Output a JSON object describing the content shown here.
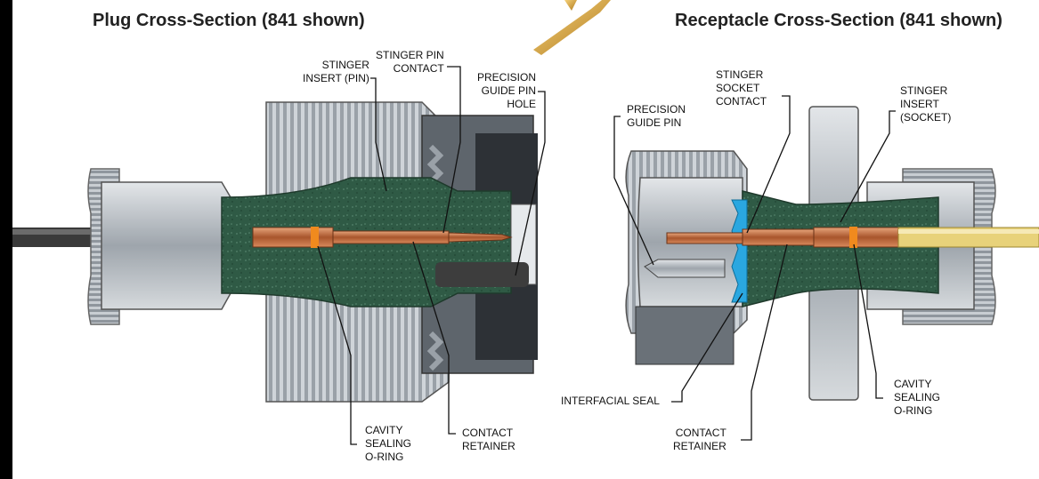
{
  "plug": {
    "title": "Plug Cross-Section (841 shown)",
    "labels": {
      "stinger_insert_pin": "STINGER\nINSERT (PIN)",
      "stinger_pin_contact": "STINGER PIN\nCONTACT",
      "precision_guide_pin_hole": "PRECISION\nGUIDE PIN\nHOLE",
      "cavity_sealing_oring": "CAVITY\nSEALING\nO-RING",
      "contact_retainer": "CONTACT\nRETAINER"
    }
  },
  "receptacle": {
    "title": "Receptacle Cross-Section (841 shown)",
    "labels": {
      "precision_guide_pin": "PRECISION\nGUIDE PIN",
      "stinger_socket_contact": "STINGER\nSOCKET\nCONTACT",
      "stinger_insert_socket": "STINGER\nINSERT\n(SOCKET)",
      "interfacial_seal": "INTERFACIAL SEAL",
      "contact_retainer": "CONTACT\nRETAINER",
      "cavity_sealing_oring": "CAVITY\nSEALING\nO-RING"
    }
  },
  "colors": {
    "insert_green": "#2f5a45",
    "contact_copper": "#c9794a",
    "oring_orange": "#f08a1e",
    "seal_blue": "#2aa7e0",
    "metal_gray": "#b9bec4",
    "cable_yellow": "#e8d27a",
    "cable_dark": "#3a3a3a"
  }
}
